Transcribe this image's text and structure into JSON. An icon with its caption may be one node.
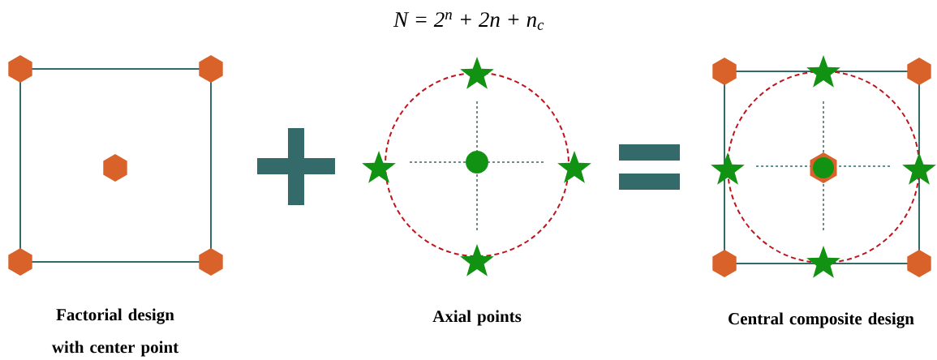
{
  "diagram": {
    "title": "N = 2$^{n}$ + 2n + n$_{c}$",
    "labels": [
      "Factorial design with center point",
      "Axial points",
      "Central composite design"
    ]
  }
}
